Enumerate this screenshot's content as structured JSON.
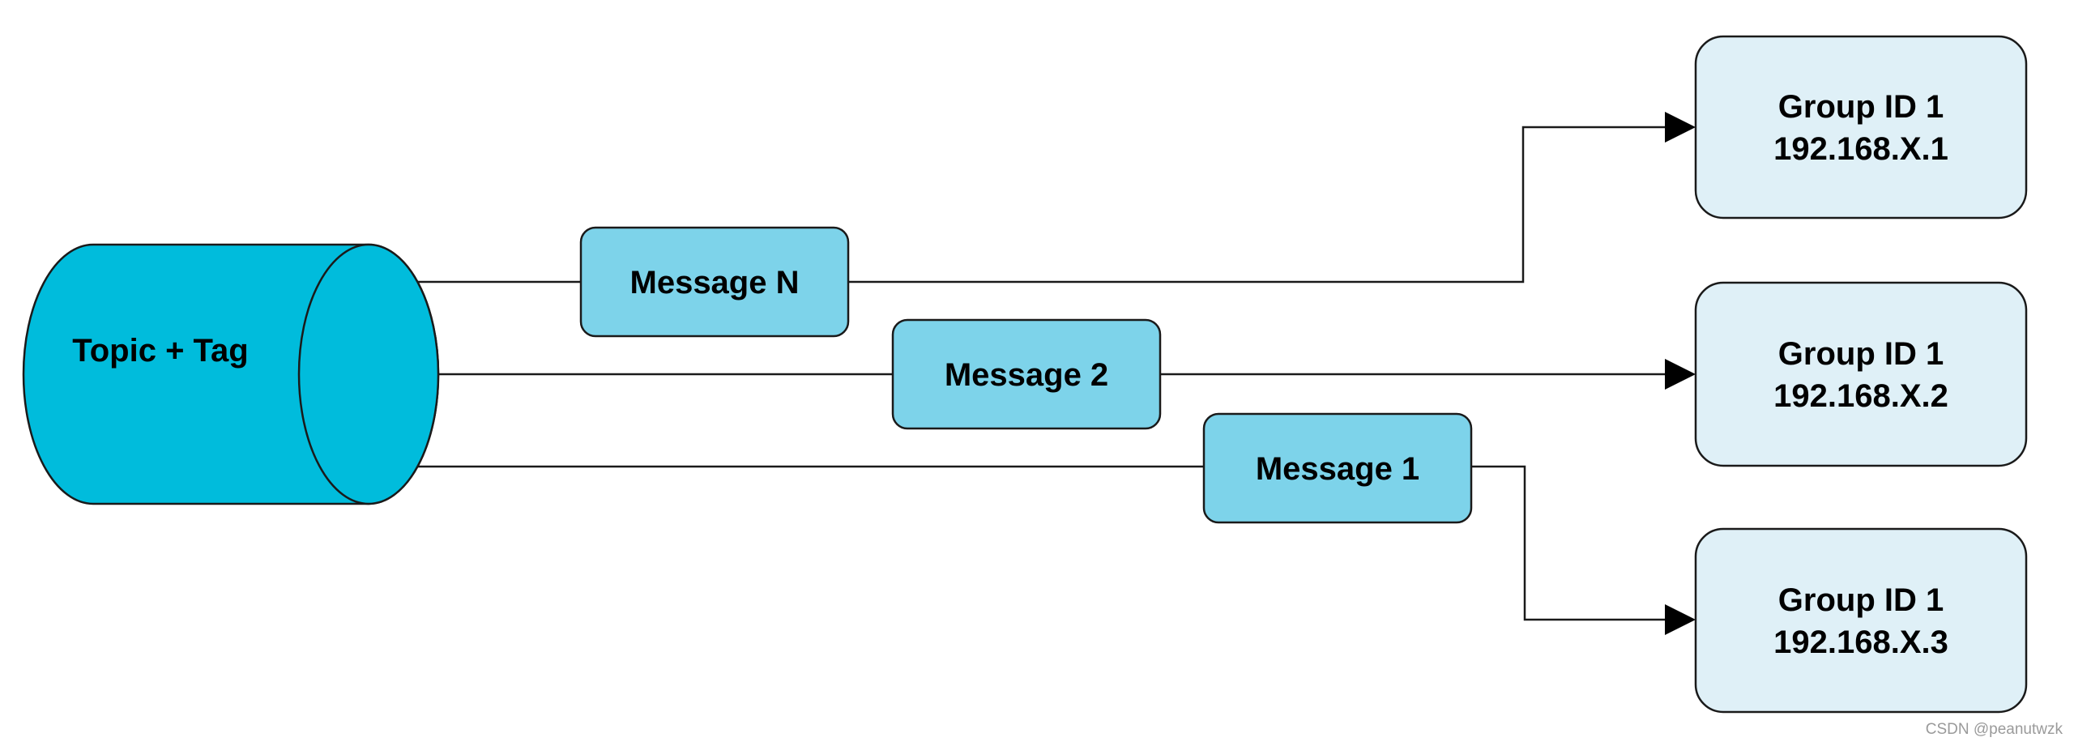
{
  "source": {
    "label": "Topic + Tag",
    "color": "#00bcdc"
  },
  "messages": [
    {
      "label": "Message N"
    },
    {
      "label": "Message 2"
    },
    {
      "label": "Message 1"
    }
  ],
  "groups": [
    {
      "line1": "Group ID 1",
      "line2": "192.168.X.1"
    },
    {
      "line1": "Group ID 1",
      "line2": "192.168.X.2"
    },
    {
      "line1": "Group ID 1",
      "line2": "192.168.X.3"
    }
  ],
  "colors": {
    "message_fill": "#7dd3ea",
    "group_fill": "#dff0f7",
    "stroke": "#1a1a1a"
  },
  "watermark": "CSDN @peanutwzk"
}
